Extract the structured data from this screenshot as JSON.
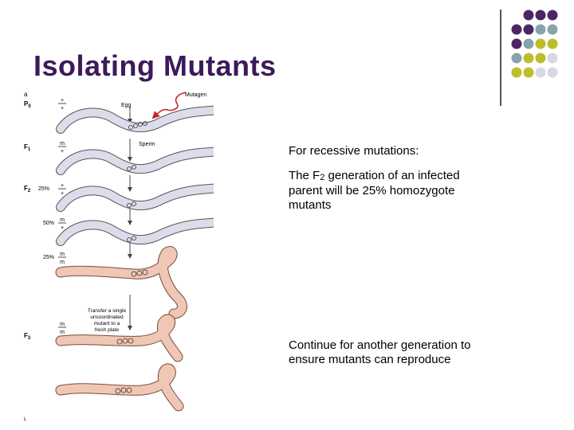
{
  "slide": {
    "title": "Isolating Mutants",
    "heading": "For recessive mutations:",
    "para1_prefix": "The F",
    "para1_sub": "2",
    "para1_suffix": " generation of an infected parent will be 25% homozygote mutants",
    "para2": "Continue for another generation to ensure mutants can reproduce"
  },
  "figure": {
    "panel_label": "a",
    "generations": [
      "P",
      "F",
      "F",
      "F"
    ],
    "gen_subs": [
      "0",
      "1",
      "2",
      "3"
    ],
    "labels": {
      "mutagen": "Mutagen",
      "egg": "Egg",
      "sperm": "Sperm",
      "transfer": [
        "Transfer a single",
        "uncoordinated",
        "mutant to a",
        "fresh plate"
      ],
      "pct25a": "25%",
      "pct50": "50%",
      "pct25b": "25%"
    },
    "genotypes": [
      {
        "top": "+",
        "bottom": "+"
      },
      {
        "top": "m",
        "bottom": "+"
      },
      {
        "top": "+",
        "bottom": "+"
      },
      {
        "top": "m",
        "bottom": "+"
      },
      {
        "top": "m",
        "bottom": "m"
      },
      {
        "top": "m",
        "bottom": "m"
      }
    ],
    "footer_letter": "L"
  },
  "colors": {
    "title": "#3d1a5b",
    "purple_dot": "#4b2664",
    "teal_dot": "#86a4aa",
    "olive_dot": "#bebd2c",
    "lavender_dot": "#d8d8e4",
    "wild_worm": "#dcdcea",
    "mutant_worm": "#f0c7b4",
    "mutagen_arrow": "#c0282a"
  }
}
